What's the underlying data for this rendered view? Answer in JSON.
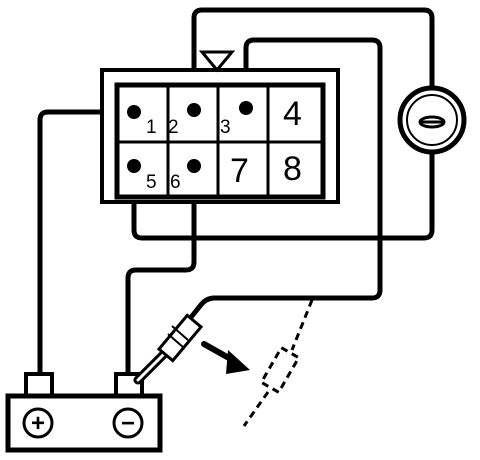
{
  "connector": {
    "pins": [
      {
        "number": "1",
        "wired": true
      },
      {
        "number": "2",
        "wired": true
      },
      {
        "number": "3",
        "wired": true
      },
      {
        "number": "4",
        "wired": false
      },
      {
        "number": "5",
        "wired": true
      },
      {
        "number": "6",
        "wired": true
      },
      {
        "number": "7",
        "wired": false
      },
      {
        "number": "8",
        "wired": false
      }
    ]
  },
  "battery": {
    "positive_symbol": "+",
    "negative_symbol": "−"
  },
  "colors": {
    "ink": "#000000",
    "background": "#ffffff"
  },
  "icons": [
    "triangle-marker-icon",
    "lamp-icon",
    "move-arrow-icon",
    "battery-icon",
    "test-probe-icon"
  ]
}
